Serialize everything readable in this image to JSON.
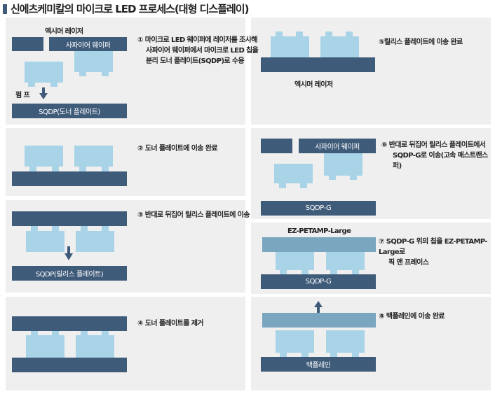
{
  "title": "신에츠케미칼의 마이크로 LED 프로세스(대형 디스플레이)",
  "colors": {
    "dark": "#3f5b7a",
    "chip": "#a9d4e8",
    "panel": "#efefef",
    "backplane": "#7aa6bf"
  },
  "steps": [
    {
      "text": "① 마이크로 LED 웨이퍼에 레이저를 조사해",
      "text2": "사파이어 웨이퍼에서 마이크로 LED 칩을",
      "text3": "분리 도너 플레이트(SQDP)로 수용",
      "laser": "엑시머 레이저",
      "wafer": "사파이어 웨이퍼",
      "bump": "펌 프",
      "plate": "SQDP(도너 플레이트)"
    },
    {
      "text": "② 도너 플레이트에 이송 완료"
    },
    {
      "text": "③ 반대로 뒤집어 릴리스 플레이트에 이송",
      "plate": "SQDP(릴리스 플레이트)"
    },
    {
      "text": "④ 도너 플레이트를 제거"
    },
    {
      "text": "⑤릴리스 플레이트에 이송 완료",
      "laser": "엑시머 레이저"
    },
    {
      "text": "⑥ 반대로 뒤집어 릴리스 플레이트에서",
      "text2": "SQDP-G로 이송(고속 매스트랜스퍼)",
      "wafer": "사파이어 웨이퍼",
      "plate": "SQDP-G"
    },
    {
      "text": "⑦ SQDP-G 위의 칩을 EZ-PETAMP-Large로",
      "text2": "픽 앤 프레이스",
      "stamp": "EZ-PETAMP-Large",
      "plate": "SQDP-G"
    },
    {
      "text": "⑧ 백플레인에 이송 완료",
      "plate": "백플레인"
    }
  ]
}
